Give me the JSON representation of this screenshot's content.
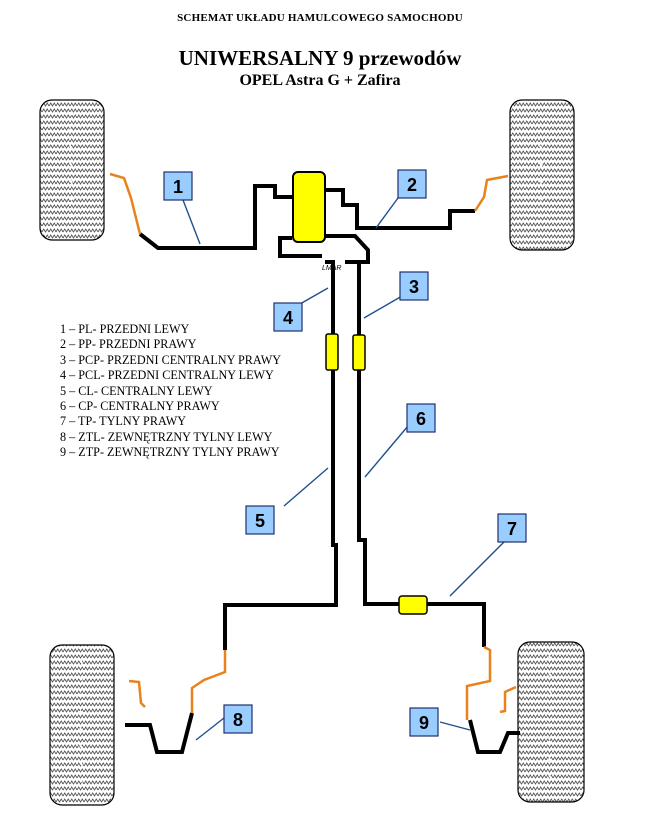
{
  "header": {
    "subtitle_top": "SCHEMAT UKŁADU HAMULCOWEGO SAMOCHODU",
    "title": "UNIWERSALNY  9 przewodów",
    "model": "OPEL  Astra G  + Zafira"
  },
  "legend": [
    "1 – PL- PRZEDNI LEWY",
    "2 – PP- PRZEDNI PRAWY",
    "3 – PCP- PRZEDNI CENTRALNY PRAWY",
    "4 – PCL- PRZEDNI CENTRALNY LEWY",
    "5  – CL- CENTRALNY LEWY",
    "6 – CP- CENTRALNY PRAWY",
    "7 – TP- TYLNY PRAWY",
    "8 – ZTL- ZEWNĘTRZNY TYLNY LEWY",
    "9 – ZTP- ZEWNĘTRZNY TYLNY PRAWY"
  ],
  "labels": [
    "1",
    "2",
    "3",
    "4",
    "5",
    "6",
    "7",
    "8",
    "9"
  ],
  "block_label": "LMAR",
  "colors": {
    "line": "#000000",
    "flex_hose": "#E8821E",
    "component": "#FFFF00",
    "label_box": "#99CCFF",
    "label_border": "#1F2F6F",
    "callout": "#1F4F8F"
  }
}
